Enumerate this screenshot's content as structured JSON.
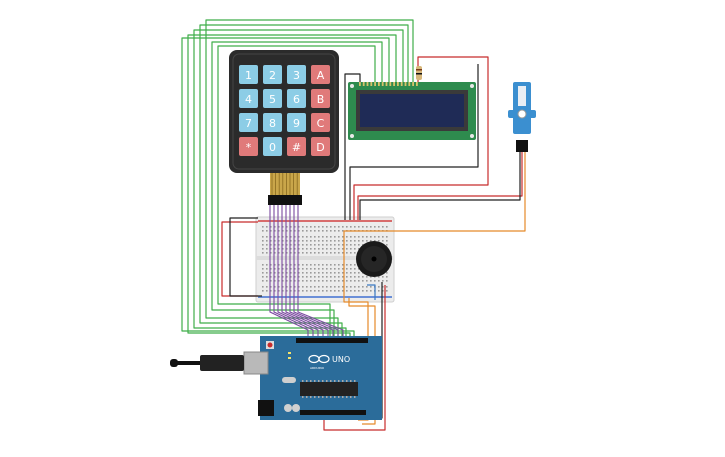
{
  "keypad": {
    "keys": [
      [
        "1",
        "2",
        "3",
        "A"
      ],
      [
        "4",
        "5",
        "6",
        "B"
      ],
      [
        "7",
        "8",
        "9",
        "C"
      ],
      [
        "*",
        "0",
        "#",
        "D"
      ]
    ],
    "digit_color": "#8ccde6",
    "letter_color": "#e07a7a",
    "body_color": "#2b2b2b"
  },
  "arduino": {
    "brand_label": "UNO",
    "header_label": "ARDUINO",
    "board_color": "#2b6c9a"
  },
  "lcd": {
    "screen_color": "#1f2b56",
    "pcb_color": "#2e8b4e"
  },
  "wire_colors": {
    "green": "#3fae49",
    "red": "#c82c2c",
    "black": "#222222",
    "purple": "#7b4aa0",
    "orange": "#e58a2a",
    "blue": "#3a78c2"
  }
}
